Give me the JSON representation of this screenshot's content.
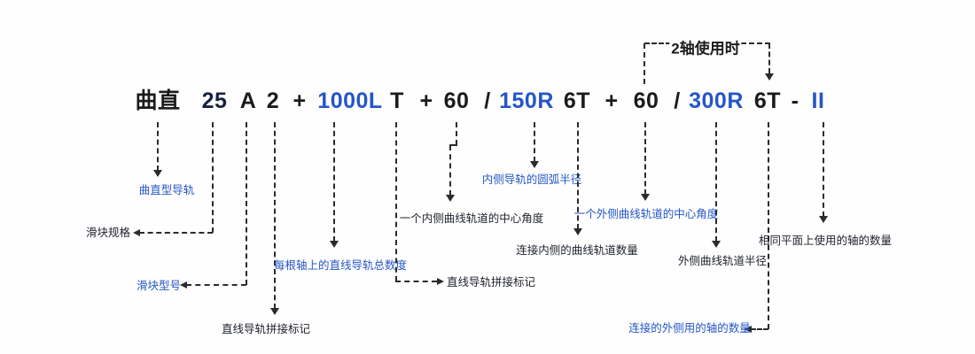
{
  "diagram_title": "曲直型导轨型号命名规则图",
  "colors": {
    "accent_blue": "#2456C6",
    "ink_black": "#1b1b1b",
    "navy": "#162241",
    "connector_line": "#2b2b2b",
    "background": "#fefefe"
  },
  "bracket": {
    "label": "2轴使用时"
  },
  "formula": {
    "tokens": [
      {
        "text": "曲直",
        "color": "ink"
      },
      {
        "text": "25",
        "color": "navy"
      },
      {
        "text": "A",
        "color": "ink"
      },
      {
        "text": "2",
        "color": "ink"
      },
      {
        "text": "+",
        "color": "ink"
      },
      {
        "text": "1000L",
        "color": "blue"
      },
      {
        "text": "T",
        "color": "ink"
      },
      {
        "text": "+",
        "color": "ink"
      },
      {
        "text": "60",
        "color": "ink"
      },
      {
        "text": "/",
        "color": "ink"
      },
      {
        "text": "150R",
        "color": "blue"
      },
      {
        "text": "6T",
        "color": "ink"
      },
      {
        "text": "+",
        "color": "ink"
      },
      {
        "text": "60",
        "color": "ink"
      },
      {
        "text": "/",
        "color": "ink"
      },
      {
        "text": "300R",
        "color": "blue"
      },
      {
        "text": "6T",
        "color": "ink"
      },
      {
        "text": "-",
        "color": "ink"
      },
      {
        "text": "II",
        "color": "blue"
      }
    ]
  },
  "annotations": [
    {
      "label": "曲直型导轨",
      "color": "blue",
      "connects_to": "曲直"
    },
    {
      "label": "滑块规格",
      "color": "ink",
      "connects_to": "25"
    },
    {
      "label": "滑块型号",
      "color": "blue",
      "connects_to": "A"
    },
    {
      "label": "直线导轨拼接标记",
      "color": "ink",
      "connects_to": "2"
    },
    {
      "label": "每根轴上的直线导轨总数度",
      "color": "blue",
      "connects_to": "1000L"
    },
    {
      "label": "直线导轨拼接标记",
      "color": "ink",
      "connects_to": "T"
    },
    {
      "label": "一个内侧曲线轨道的中心角度",
      "color": "ink",
      "connects_to": "60 (第1个)"
    },
    {
      "label": "内侧导轨的圆弧半径",
      "color": "blue",
      "connects_to": "150R"
    },
    {
      "label": "连接内侧的曲线轨道数量",
      "color": "ink",
      "connects_to": "6T (第1个)"
    },
    {
      "label": "一个外侧曲线轨道的中心角度",
      "color": "blue",
      "connects_to": "60 (第2个)"
    },
    {
      "label": "外侧曲线轨道半径",
      "color": "ink",
      "connects_to": "300R"
    },
    {
      "label": "连接的外侧用的轴的数量",
      "color": "blue",
      "connects_to": "6T (第2个)"
    },
    {
      "label": "相同平面上使用的轴的数量",
      "color": "ink",
      "connects_to": "II"
    }
  ]
}
